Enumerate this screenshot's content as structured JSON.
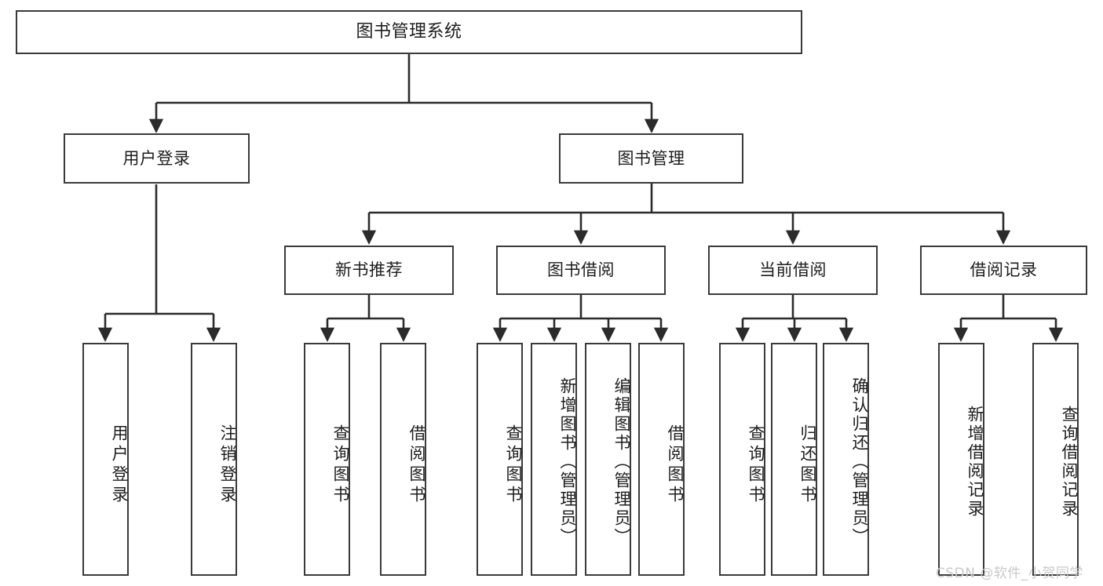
{
  "diagram": {
    "type": "tree",
    "title": "图书管理系统",
    "style": {
      "box_border_color": "#3a3a3a",
      "box_fill": "#ffffff",
      "line_color": "#2b2b2b",
      "text_color": "#1d1d1d",
      "watermark_color": "#c9c9c9",
      "background": "#ffffff"
    },
    "watermark": "CSDN @软件_小贺同学",
    "levels": {
      "level1": [
        "图书管理系统"
      ],
      "level2": [
        "用户登录",
        "图书管理"
      ],
      "level3": [
        "新书推荐",
        "图书借阅",
        "当前借阅",
        "借阅记录"
      ],
      "level4": [
        "用户登录",
        "注销登录",
        "查询图书",
        "借阅图书",
        "查询图书",
        "新增图书（管理员）",
        "编辑图书（管理员）",
        "借阅图书",
        "查询图书",
        "归还图书",
        "确认归还（管理员）",
        "新增借阅记录",
        "查询借阅记录"
      ]
    },
    "nodes": {
      "root": {
        "label": "图书管理系统"
      },
      "user_login": {
        "label": "用户登录"
      },
      "book_mgmt": {
        "label": "图书管理"
      },
      "new_book_rec": {
        "label": "新书推荐"
      },
      "book_borrow": {
        "label": "图书借阅"
      },
      "current_borrow": {
        "label": "当前借阅"
      },
      "borrow_record": {
        "label": "借阅记录"
      },
      "leaf_user_login": {
        "label": "用户登录"
      },
      "leaf_logout": {
        "label": "注销登录"
      },
      "leaf_query_book_1": {
        "label": "查询图书"
      },
      "leaf_borrow_book_1": {
        "label": "借阅图书"
      },
      "leaf_query_book_2": {
        "label": "查询图书"
      },
      "leaf_add_book_admin": {
        "label": "新增图书（管理员）"
      },
      "leaf_edit_book_admin": {
        "label": "编辑图书（管理员）"
      },
      "leaf_borrow_book_2": {
        "label": "借阅图书"
      },
      "leaf_query_book_3": {
        "label": "查询图书"
      },
      "leaf_return_book": {
        "label": "归还图书"
      },
      "leaf_confirm_return_admin": {
        "label": "确认归还（管理员）"
      },
      "leaf_add_borrow_record": {
        "label": "新增借阅记录"
      },
      "leaf_query_borrow_record": {
        "label": "查询借阅记录"
      }
    },
    "edges": [
      {
        "from": "root",
        "to": "user_login"
      },
      {
        "from": "root",
        "to": "book_mgmt"
      },
      {
        "from": "user_login",
        "to": "leaf_user_login"
      },
      {
        "from": "user_login",
        "to": "leaf_logout"
      },
      {
        "from": "book_mgmt",
        "to": "new_book_rec"
      },
      {
        "from": "book_mgmt",
        "to": "book_borrow"
      },
      {
        "from": "book_mgmt",
        "to": "current_borrow"
      },
      {
        "from": "book_mgmt",
        "to": "borrow_record"
      },
      {
        "from": "new_book_rec",
        "to": "leaf_query_book_1"
      },
      {
        "from": "new_book_rec",
        "to": "leaf_borrow_book_1"
      },
      {
        "from": "book_borrow",
        "to": "leaf_query_book_2"
      },
      {
        "from": "book_borrow",
        "to": "leaf_add_book_admin"
      },
      {
        "from": "book_borrow",
        "to": "leaf_edit_book_admin"
      },
      {
        "from": "book_borrow",
        "to": "leaf_borrow_book_2"
      },
      {
        "from": "current_borrow",
        "to": "leaf_query_book_3"
      },
      {
        "from": "current_borrow",
        "to": "leaf_return_book"
      },
      {
        "from": "current_borrow",
        "to": "leaf_confirm_return_admin"
      },
      {
        "from": "borrow_record",
        "to": "leaf_add_borrow_record"
      },
      {
        "from": "borrow_record",
        "to": "leaf_query_borrow_record"
      }
    ]
  }
}
